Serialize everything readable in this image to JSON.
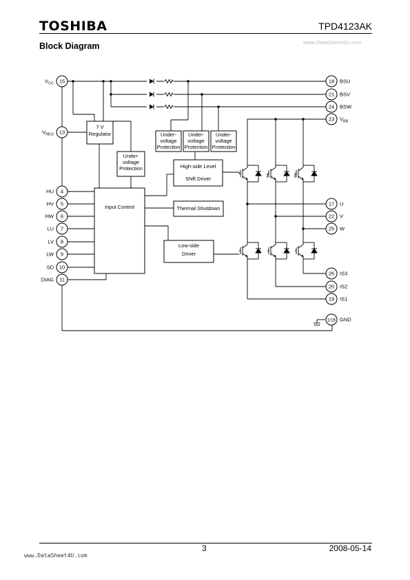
{
  "header": {
    "logo": "TOSHIBA",
    "part_number": "TPD4123AK"
  },
  "section_title": "Block Diagram",
  "watermark_top": "www.DataSheet4U.com",
  "footer": {
    "page": "3",
    "date": "2008-05-14",
    "watermark": "www.DataSheet4U.com"
  },
  "diagram": {
    "blocks": {
      "regulator": [
        "7 V",
        "Regulator"
      ],
      "uvp_reg": [
        "Under-",
        "voltage",
        "Protection"
      ],
      "uvp_1": [
        "Under-",
        "voltage",
        "Protection"
      ],
      "uvp_2": [
        "Under-",
        "voltage",
        "Protection"
      ],
      "uvp_3": [
        "Under-",
        "voltage",
        "Protection"
      ],
      "hs_driver": [
        "High-side Level",
        "Shift Driver"
      ],
      "input_control": [
        "Input Control"
      ],
      "thermal": [
        "Thermal Shutdown"
      ],
      "ls_driver": [
        "Low-side",
        "Driver"
      ]
    },
    "left_pins": [
      {
        "num": "15",
        "label": "VCC",
        "main": "V",
        "sub": "CC"
      },
      {
        "num": "13",
        "label": "VREG",
        "main": "V",
        "sub": "REG"
      },
      {
        "num": "4",
        "label": "HU"
      },
      {
        "num": "5",
        "label": "HV"
      },
      {
        "num": "6",
        "label": "HW"
      },
      {
        "num": "7",
        "label": "LU"
      },
      {
        "num": "8",
        "label": "LV"
      },
      {
        "num": "9",
        "label": "LW"
      },
      {
        "num": "10",
        "label": "SD"
      },
      {
        "num": "11",
        "label": "DIAG"
      }
    ],
    "right_pins": [
      {
        "num": "18",
        "label": "BSU"
      },
      {
        "num": "21",
        "label": "BSV"
      },
      {
        "num": "24",
        "label": "BSW"
      },
      {
        "num": "23",
        "label": "VBB",
        "main": "V",
        "sub": "BB"
      },
      {
        "num": "17",
        "label": "U"
      },
      {
        "num": "22",
        "label": "V"
      },
      {
        "num": "25",
        "label": "W"
      },
      {
        "num": "26",
        "label": "IS3"
      },
      {
        "num": "20",
        "label": "IS2"
      },
      {
        "num": "19",
        "label": "IS1"
      },
      {
        "num": "1/16",
        "label": "GND"
      }
    ]
  }
}
